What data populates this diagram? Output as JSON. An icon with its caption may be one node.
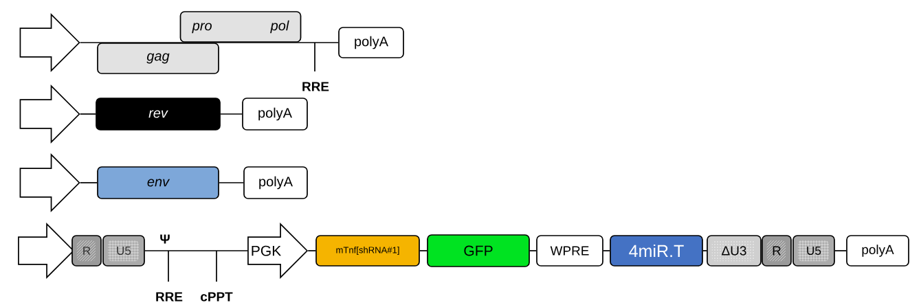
{
  "diagram": {
    "nodes": [
      {
        "text": [],
        "shape": "arrow"
      },
      {
        "text": [
          "pro",
          "pol"
        ]
      },
      {
        "text": [
          "gag"
        ]
      },
      {
        "text": [
          "polyA"
        ]
      },
      {
        "text": [],
        "shape": "arrow"
      },
      {
        "text": [
          "rev"
        ]
      },
      {
        "text": [
          "polyA"
        ]
      },
      {
        "text": [],
        "shape": "arrow"
      },
      {
        "text": [
          "env"
        ]
      },
      {
        "text": [
          "polyA"
        ]
      },
      {
        "text": [],
        "shape": "arrow"
      },
      {
        "text": [
          "R"
        ]
      },
      {
        "text": [
          "U5"
        ]
      },
      {
        "text": [
          "PGK"
        ]
      },
      {
        "text": [
          "mTnf[shRNA#1]"
        ]
      },
      {
        "text": [
          "GFP"
        ]
      },
      {
        "text": [
          "WPRE"
        ]
      },
      {
        "text": [
          "4miR.T"
        ]
      },
      {
        "text": [
          "ΔU3"
        ]
      },
      {
        "text": [
          "R"
        ]
      },
      {
        "text": [
          "U5"
        ]
      },
      {
        "text": [
          "polyA"
        ]
      }
    ],
    "edges": [
      {
        "from": 0,
        "to": 3,
        "arrow": "none"
      },
      {
        "from": 4,
        "to": 5,
        "arrow": "none"
      },
      {
        "from": 5,
        "to": 6,
        "arrow": "none"
      },
      {
        "from": 7,
        "to": 8,
        "arrow": "none"
      },
      {
        "from": 8,
        "to": 9,
        "arrow": "none"
      },
      {
        "from": 12,
        "to": 13,
        "arrow": "none"
      },
      {
        "from": 13,
        "to": 14,
        "arrow": "none"
      },
      {
        "from": 14,
        "to": 15,
        "arrow": "none"
      },
      {
        "from": 15,
        "to": 16,
        "arrow": "none"
      },
      {
        "from": 16,
        "to": 17,
        "arrow": "none"
      },
      {
        "from": 17,
        "to": 18,
        "arrow": "none"
      },
      {
        "from": 20,
        "to": 21,
        "arrow": "none"
      }
    ],
    "labels": [
      "RRE",
      "Ψ",
      "RRE",
      "cPPT"
    ]
  }
}
